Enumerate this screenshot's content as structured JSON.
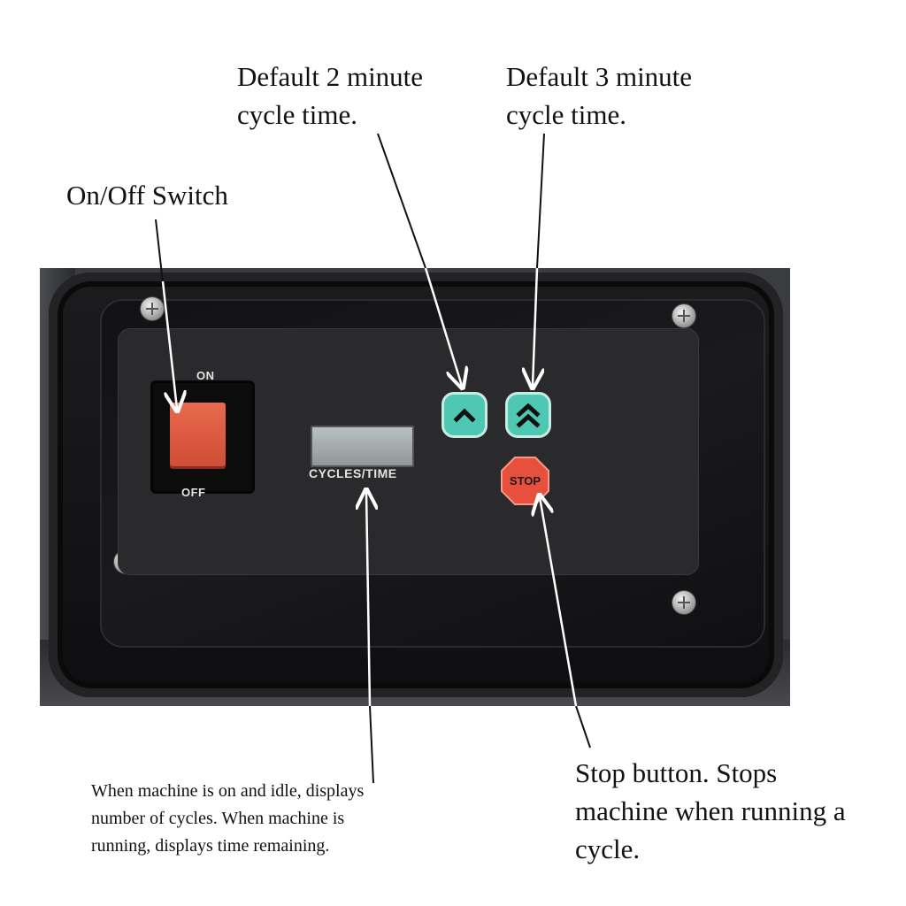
{
  "annotations": {
    "default_2min_line1": "Default 2 minute",
    "default_2min_line2": "cycle time.",
    "default_3min_line1": "Default 3 minute",
    "default_3min_line2": "cycle time.",
    "on_off_switch": "On/Off Switch",
    "stop_line1": "Stop button.  Stops",
    "stop_line2": "machine when running a",
    "stop_line3": "cycle.",
    "display_line1": "When machine is on and idle, displays",
    "display_line2": "number of cycles.  When machine is",
    "display_line3": "running, displays time remaining."
  },
  "panel": {
    "on_label": "ON",
    "off_label": "OFF",
    "display_label": "CYCLES/TIME",
    "stop_label": "STOP"
  },
  "colors": {
    "rocker": "#d9573c",
    "teal_button": "#4ec8b2",
    "stop_button": "#e8503e",
    "housing": "#151517"
  },
  "icons": {
    "single_chevron": "chevron-up-icon",
    "double_chevron": "double-chevron-up-icon",
    "stop_octagon": "stop-octagon-icon"
  }
}
